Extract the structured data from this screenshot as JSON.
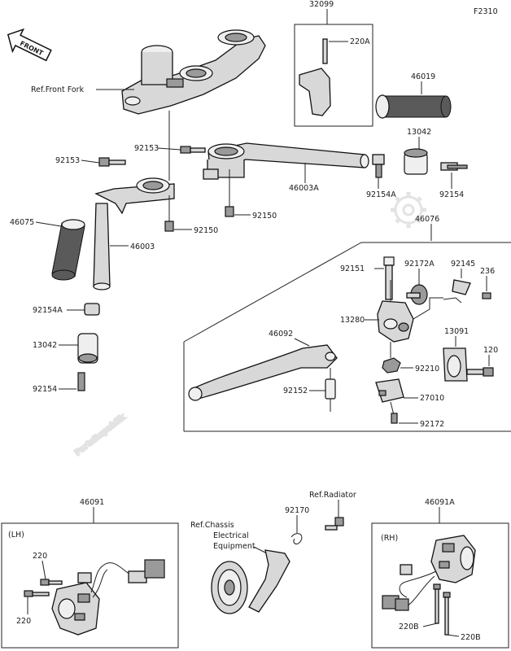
{
  "diagram_code": "F2310",
  "watermark": "PartsRepublik",
  "front_label": "FRONT",
  "labels": {
    "p32099": "32099",
    "p220A": "220A",
    "p46019": "46019",
    "p13042_top": "13042",
    "ref_front_fork": "Ref.Front Fork",
    "p92153_left": "92153",
    "p92153_mid": "92153",
    "p46003A": "46003A",
    "p92154A_right": "92154A",
    "p92154_right": "92154",
    "p46076": "46076",
    "p46075": "46075",
    "p92150_a": "92150",
    "p92150_b": "92150",
    "p46003": "46003",
    "p92151": "92151",
    "p92172A": "92172A",
    "p92145": "92145",
    "p236": "236",
    "p13280": "13280",
    "p13091": "13091",
    "p92154A_left": "92154A",
    "p46092": "46092",
    "p120": "120",
    "p13042_left": "13042",
    "p92210": "92210",
    "p92154_left": "92154",
    "p92152": "92152",
    "p27010": "27010",
    "p92172": "92172",
    "p46091": "46091",
    "ref_radiator": "Ref.Radiator",
    "p46091A": "46091A",
    "p92170": "92170",
    "ref_chassis_1": "Ref.Chassis",
    "ref_chassis_2": "Electrical",
    "ref_chassis_3": "Equipment",
    "lh": "(LH)",
    "rh": "(RH)",
    "p220_a": "220",
    "p220_b": "220",
    "p220B_a": "220B",
    "p220B_b": "220B"
  }
}
